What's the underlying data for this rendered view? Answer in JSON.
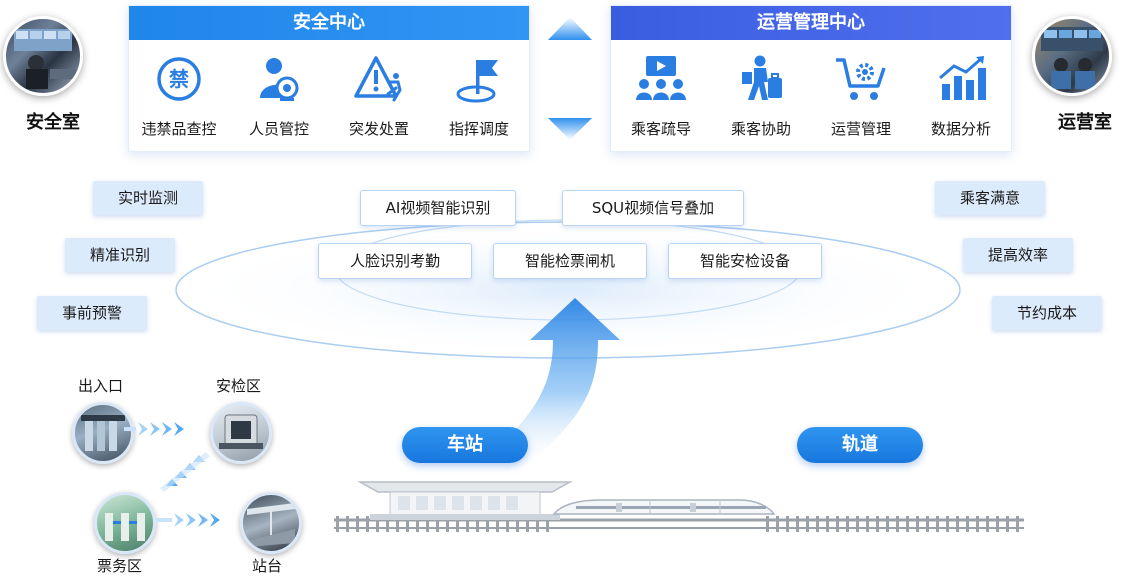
{
  "colors": {
    "primary_blue": "#1f86ea",
    "ops_blue": "#3a5de0",
    "chip_bg": "#dcebfb",
    "icon_blue": "#2a7de1"
  },
  "rooms": {
    "safety_room": "安全室",
    "ops_room": "运营室"
  },
  "safety_center": {
    "title": "安全中心",
    "items": [
      {
        "label": "违禁品查控",
        "icon": "prohibited-icon"
      },
      {
        "label": "人员管控",
        "icon": "person-camera-icon"
      },
      {
        "label": "突发处置",
        "icon": "warning-run-icon"
      },
      {
        "label": "指挥调度",
        "icon": "flag-dispatch-icon"
      }
    ]
  },
  "ops_center": {
    "title": "运营管理中心",
    "items": [
      {
        "label": "乘客疏导",
        "icon": "crowd-screen-icon"
      },
      {
        "label": "乘客协助",
        "icon": "traveler-icon"
      },
      {
        "label": "运营管理",
        "icon": "cart-gear-icon"
      },
      {
        "label": "数据分析",
        "icon": "bar-chart-icon"
      }
    ]
  },
  "left_benefits": [
    "实时监测",
    "精准识别",
    "事前预警"
  ],
  "right_benefits": [
    "乘客满意",
    "提高效率",
    "节约成本"
  ],
  "tech_top": [
    "AI视频智能识别",
    "SQU视频信号叠加"
  ],
  "tech_bottom": [
    "人脸识别考勤",
    "智能检票闸机",
    "智能安检设备"
  ],
  "pills": {
    "station": "车站",
    "track": "轨道"
  },
  "flow": {
    "entrance": "出入口",
    "security": "安检区",
    "ticket": "票务区",
    "platform": "站台"
  }
}
